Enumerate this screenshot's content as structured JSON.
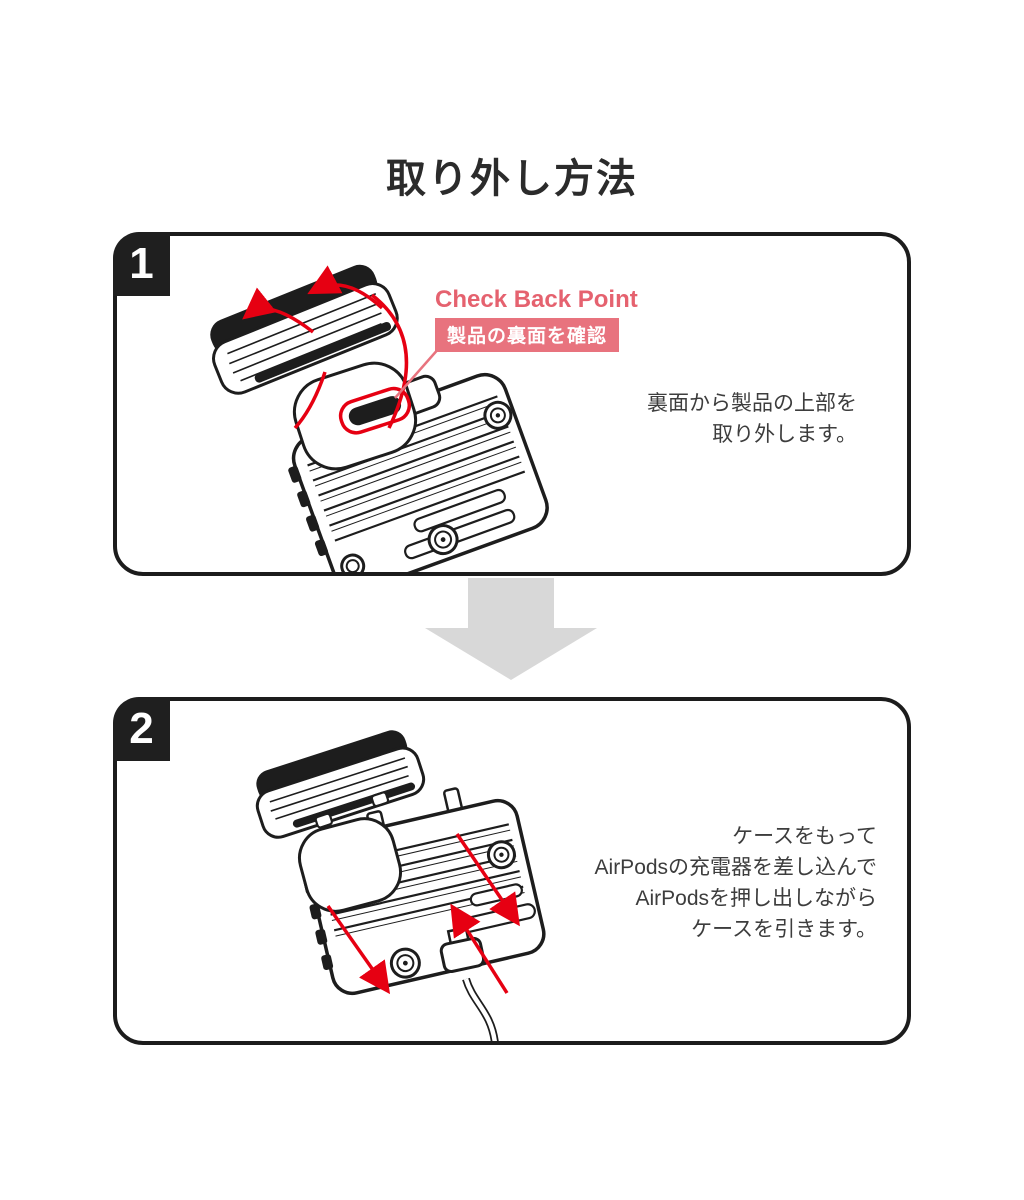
{
  "page": {
    "title": "取り外し方法"
  },
  "colors": {
    "accent_pink": "#e8737e",
    "arrow_red": "#e60012",
    "between_arrow_gray": "#d8d8d8",
    "box_border": "#1c1c1c",
    "badge_bg": "#1f1f1f",
    "body_text": "#3d3d3d"
  },
  "steps": [
    {
      "number": "1",
      "callout": {
        "title": "Check Back Point",
        "label": "製品の裏面を確認"
      },
      "caption": [
        "裏面から製品の上部を",
        "取り外します。"
      ],
      "illustration": "airpods-rugged-case-top-cap-removal"
    },
    {
      "number": "2",
      "caption": [
        "ケースをもって",
        "AirPodsの充電器を差し込んで",
        "AirPodsを押し出しながら",
        "ケースを引きます。"
      ],
      "illustration": "airpods-push-out-with-charger-cable"
    }
  ]
}
